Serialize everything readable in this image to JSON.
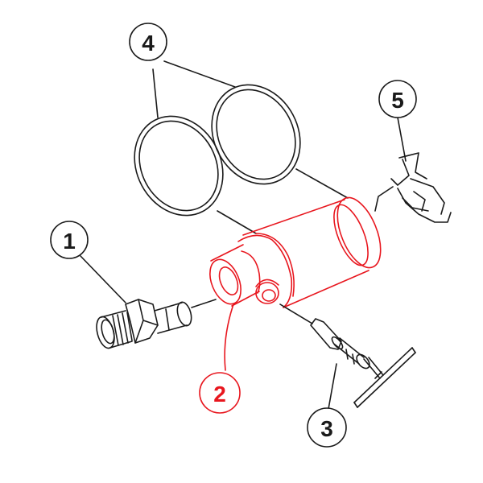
{
  "colors": {
    "highlight": "#e8161e",
    "line": "#1a1a1a",
    "background": "#ffffff"
  },
  "callouts": [
    {
      "label": "1",
      "highlighted": false
    },
    {
      "label": "2",
      "highlighted": true
    },
    {
      "label": "3",
      "highlighted": false
    },
    {
      "label": "4",
      "highlighted": false
    },
    {
      "label": "5",
      "highlighted": false
    }
  ]
}
